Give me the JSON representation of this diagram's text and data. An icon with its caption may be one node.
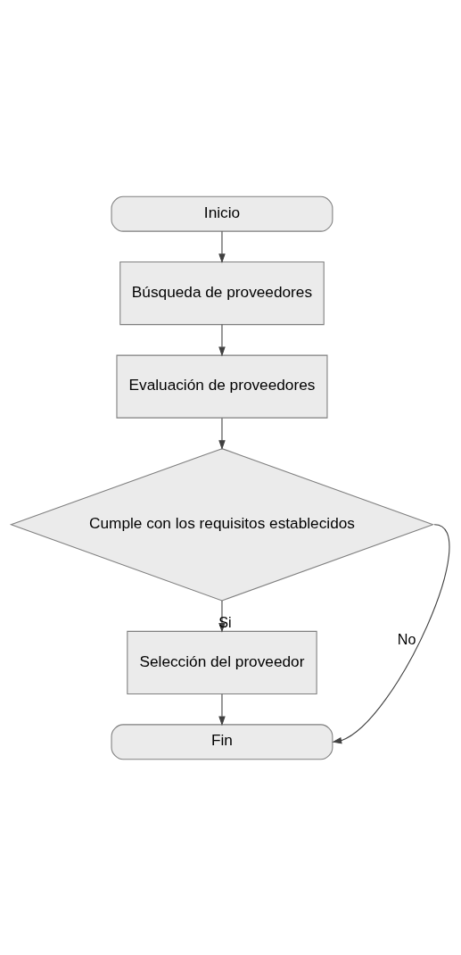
{
  "diagram": {
    "nodes": [
      {
        "text": [
          "Inicio"
        ]
      },
      {
        "text": [
          "Búsqueda de proveedores"
        ]
      },
      {
        "text": [
          "Evaluación de proveedores"
        ]
      },
      {
        "text": [
          "Cumple con los requisitos establecidos"
        ]
      },
      {
        "text": [
          "Selección del proveedor"
        ]
      },
      {
        "text": [
          "Fin"
        ]
      }
    ],
    "edges": [
      {
        "from": 0,
        "to": 1,
        "arrow": "to"
      },
      {
        "from": 1,
        "to": 2,
        "arrow": "to"
      },
      {
        "from": 2,
        "to": 3,
        "arrow": "to"
      },
      {
        "from": 3,
        "to": 4,
        "arrow": "to",
        "label": "Si"
      },
      {
        "from": 4,
        "to": 5,
        "arrow": "to"
      },
      {
        "from": 3,
        "to": 5,
        "arrow": "to",
        "label": "No"
      }
    ]
  }
}
